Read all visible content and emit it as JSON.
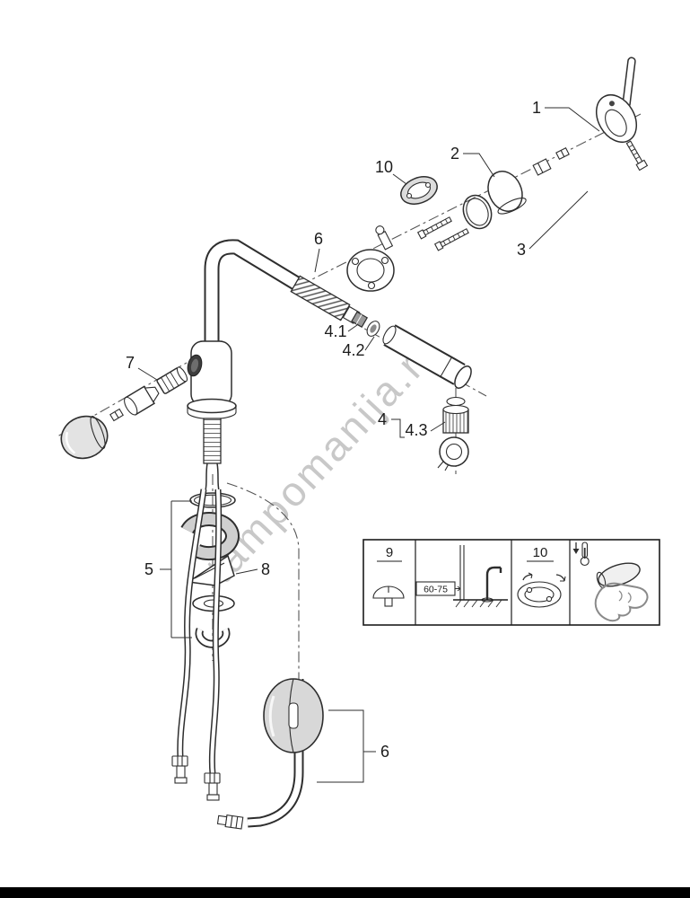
{
  "watermark": "tampomanija.rs",
  "colors": {
    "line": "#2e2e2e",
    "watermark_gray": "#bfbfbf",
    "part_gray": "#dcdcdc",
    "footer_bar": "#000000"
  },
  "callouts": {
    "n1": "1",
    "n2": "2",
    "n3": "3",
    "n4": "4",
    "n4_1": "4.1",
    "n4_2": "4.2",
    "n4_3": "4.3",
    "n5": "5",
    "n6_spout": "6",
    "n6_weight": "6",
    "n7": "7",
    "n8": "8",
    "n10_escutcheon": "10"
  },
  "inset": {
    "n9": "9",
    "n10": "10",
    "dimension_range": "60-75"
  }
}
